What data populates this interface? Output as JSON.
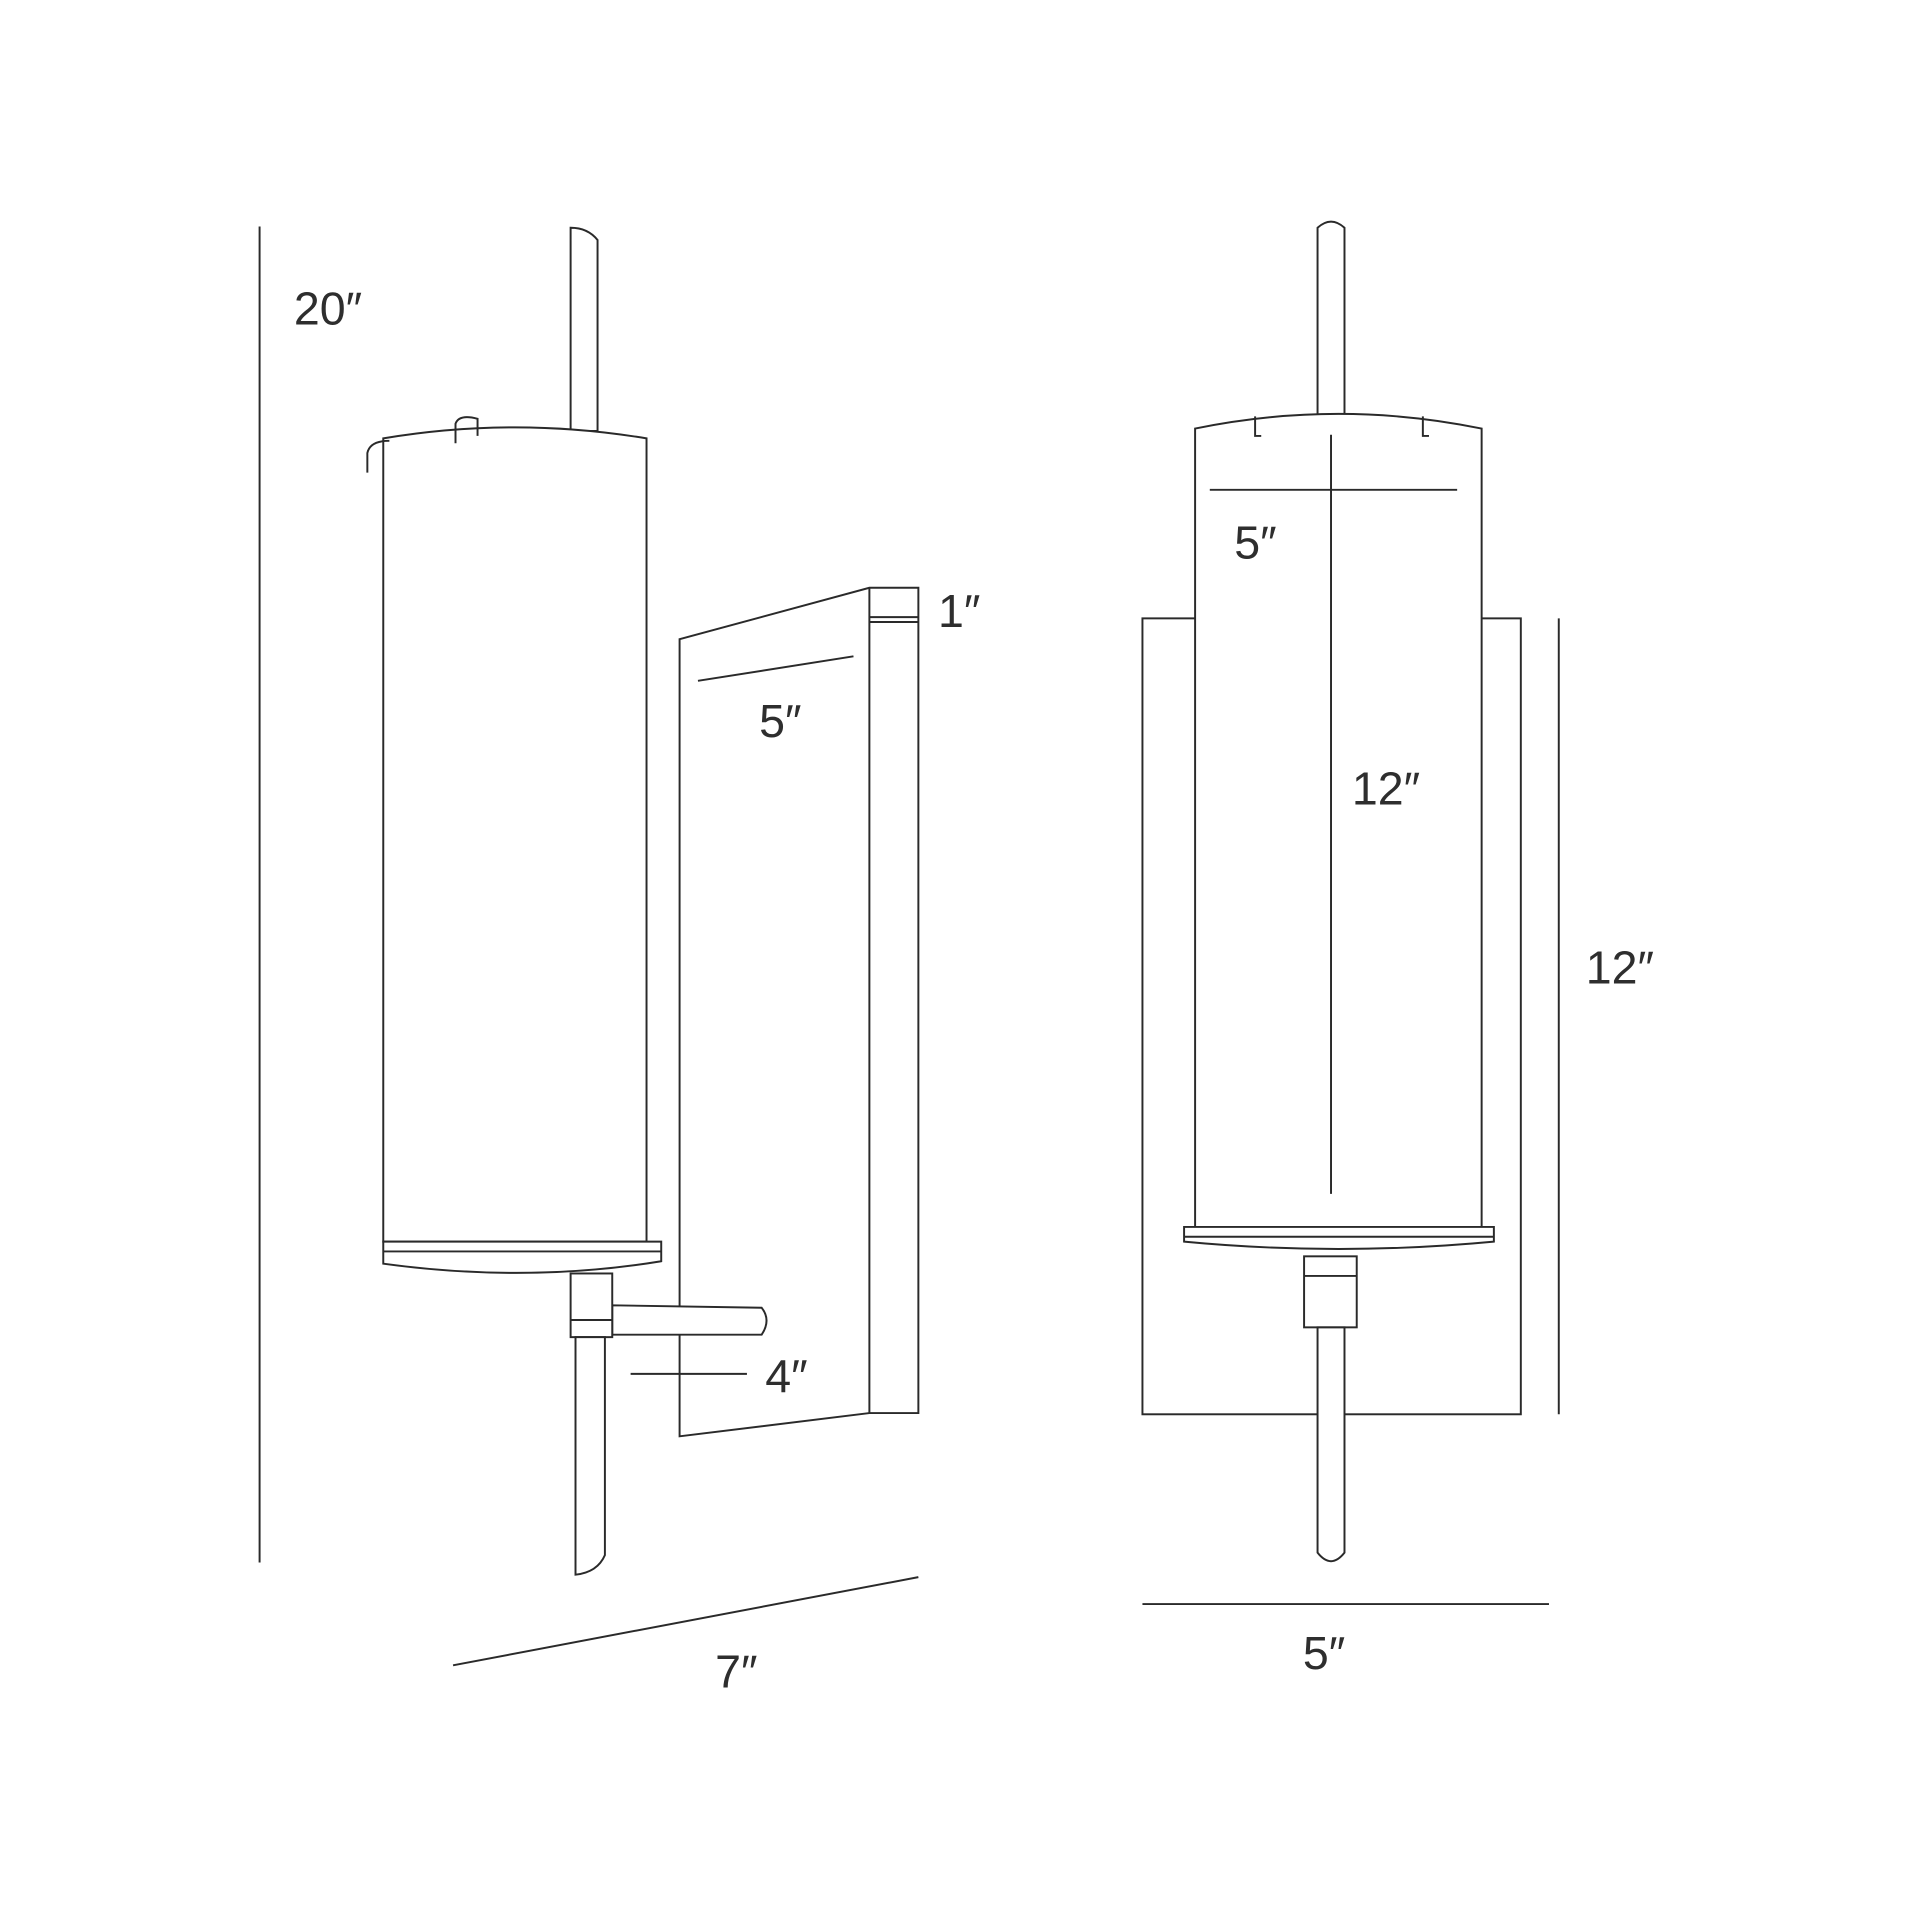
{
  "side_view": {
    "height_label": "20″",
    "depth_label": "7″",
    "backplate_thickness_label": "1″",
    "backplate_width_label": "5″",
    "arm_label": "4″"
  },
  "front_view": {
    "shade_diameter_label": "5″",
    "shade_height_label": "12″",
    "backplate_height_label": "12″",
    "overall_width_label": "5″"
  }
}
